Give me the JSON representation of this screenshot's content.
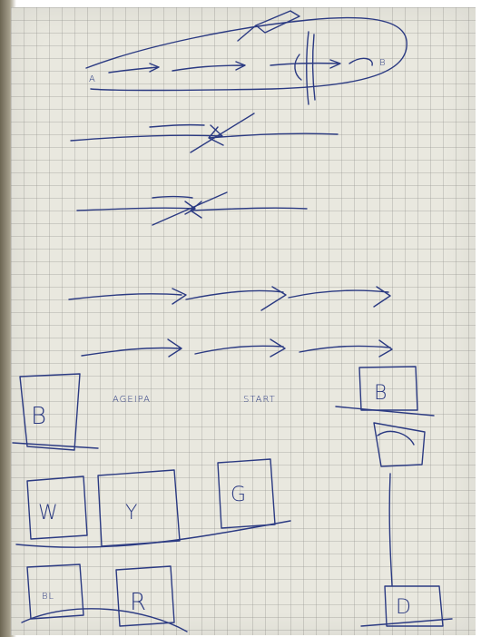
{
  "image": {
    "kind": "photo of a hand-drawn sketch on graph paper",
    "ink_color": "#2b3a82",
    "paper_color": "#e9e8df"
  },
  "sketch": {
    "top_arrow": {
      "start_label": "A",
      "end_label": "B"
    },
    "box_left_large": "B",
    "caption_left": "AGEIPA",
    "caption_right": "START",
    "box_right_top": "B",
    "box_row_1": [
      "W",
      "Y",
      "G"
    ],
    "box_row_2": [
      "BL",
      "R"
    ],
    "box_right_bottom": "D"
  }
}
